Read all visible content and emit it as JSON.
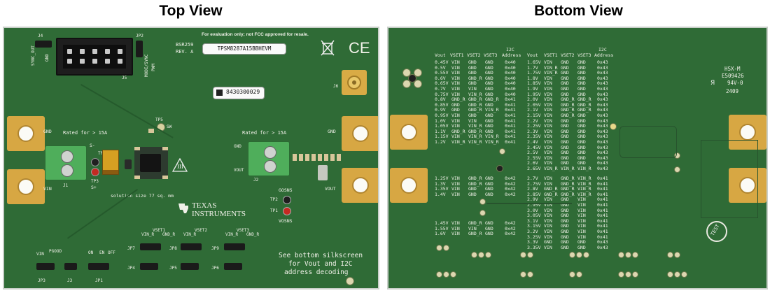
{
  "titles": {
    "top": "Top View",
    "bottom": "Bottom View"
  },
  "top_board": {
    "fcc_note": "For evaluation only; not FCC approved for resale.",
    "part_label": "TPSM8287A15BBHEVM",
    "bsr": "BSR259",
    "rev": "REV. A",
    "serial": "8430300029",
    "rated_left": "Rated for > 15A",
    "rated_right": "Rated for > 15A",
    "gnd_left": "GND",
    "vin_left": "VIN",
    "gnd_right": "GND",
    "vout_right": "VOUT",
    "vout_term": "VOUT",
    "gnd_term": "GND",
    "j1": "J1",
    "j2": "J2",
    "j3": "J3",
    "j4": "J4",
    "j5": "J5",
    "j6": "J6",
    "jp1": "JP1",
    "jp2": "JP2",
    "jp3": "JP3",
    "jp4": "JP4",
    "jp5": "JP5",
    "jp6": "JP6",
    "jp7": "JP7",
    "jp8": "JP8",
    "jp9": "JP9",
    "tp5": "TP5",
    "tp_sw": "SW",
    "s_minus": "S-",
    "s_plus": "S+",
    "tp1": "TP1",
    "tp2": "TP2",
    "tp3": "TP3",
    "tp4": "TP4",
    "gosns": "GOSNS",
    "vosns": "VOSNS",
    "sync_out": "SYNC_OUT",
    "mode_sync": "MODE/SYNC",
    "pwm": "PWM",
    "gnd_small": "GND",
    "solution_size": "solution size 77 sq. mm",
    "ti_logo_line1": "TEXAS",
    "ti_logo_line2": "INSTRUMENTS",
    "see_bottom_1": "See bottom silkscreen",
    "see_bottom_2": "for Vout and I2C",
    "see_bottom_3": "address decoding",
    "vin_jp": "VIN",
    "pgood": "PGOOD",
    "en": "EN",
    "on": "ON",
    "off": "OFF",
    "vin_r": "VIN_R",
    "gnd_r": "GND_R",
    "vset1": "VSET1",
    "vset2": "VSET2",
    "vset3": "VSET3",
    "ce_mark": "CE"
  },
  "bottom_board": {
    "headers": {
      "vout": "Vout",
      "vset1": "VSET1",
      "vset2": "VSET2",
      "vset3": "VSET3",
      "i2c_1": "I2C",
      "i2c_2": "Address"
    },
    "marking_1": "HSX-M",
    "marking_2": "E509426",
    "marking_3": "94V-0",
    "marking_4": "2409",
    "test_mark": "TEST",
    "block_a": {
      "vout": [
        "0.45V",
        "0.5V",
        "0.55V",
        "0.6V",
        "0.65V",
        "0.7V",
        "0.75V",
        "0.8V",
        "0.85V",
        "0.9V",
        "0.95V",
        "1.0V",
        "1.05V",
        "1.1V",
        "1.15V",
        "1.2V"
      ],
      "vset1": [
        "VIN",
        "VIN",
        "VIN",
        "VIN",
        "VIN",
        "VIN",
        "VIN",
        "GND_R",
        "GND",
        "GND",
        "VIN",
        "VIN",
        "VIN",
        "GND_R",
        "VIN",
        "VIN_R"
      ],
      "vset2": [
        "GND",
        "GND",
        "GND",
        "GND_R",
        "GND",
        "VIN",
        "VIN_R",
        "GND_R",
        "GND_R",
        "GND_R",
        "GND",
        "VIN",
        "VIN_R",
        "GND_R",
        "VIN_R",
        "VIN_R"
      ],
      "vset3": [
        "GND",
        "GND",
        "GND",
        "GND",
        "GND",
        "GND",
        "GND",
        "GND_R",
        "GND",
        "VIN_R",
        "GND",
        "GND",
        "GND",
        "GND",
        "VIN_R",
        "VIN_R"
      ],
      "addr": [
        "0x40",
        "0x40",
        "0x40",
        "0x40",
        "0x40",
        "0x40",
        "0x40",
        "0x41",
        "0x41",
        "0x41",
        "0x41",
        "0x41",
        "0x41",
        "0x41",
        "0x41",
        "0x41"
      ]
    },
    "block_b": {
      "vout": [
        "1.65V",
        "1.7V",
        "1.75V",
        "1.8V",
        "1.85V",
        "1.9V",
        "1.95V",
        "2.0V",
        "2.05V",
        "2.1V",
        "2.15V",
        "2.2V",
        "2.25V",
        "2.3V",
        "2.35V",
        "2.4V",
        "2.45V",
        "2.5V",
        "2.55V",
        "2.6V",
        "2.65V"
      ],
      "vset1": [
        "VIN",
        "VIN_R",
        "VIN_R",
        "VIN",
        "VIN",
        "VIN",
        "VIN",
        "VIN",
        "VIN",
        "VIN",
        "VIN",
        "VIN",
        "VIN",
        "VIN",
        "VIN",
        "VIN",
        "VIN",
        "VIN",
        "VIN",
        "VIN",
        "VIN_R"
      ],
      "vset2": [
        "GND",
        "GND",
        "GND",
        "GND",
        "GND",
        "GND",
        "GND",
        "GND_R",
        "GND_R",
        "GND_R",
        "GND_R",
        "GND",
        "GND",
        "GND",
        "GND",
        "GND",
        "GND",
        "GND",
        "GND",
        "GND",
        "VIN_R"
      ],
      "vset3": [
        "GND",
        "GND",
        "GND",
        "GND",
        "GND",
        "GND",
        "GND",
        "GND_R",
        "GND_R",
        "GND_R",
        "GND",
        "GND",
        "GND",
        "GND",
        "GND",
        "GND",
        "GND",
        "GND",
        "GND",
        "GND",
        "VIN_R"
      ],
      "addr": [
        "0x43",
        "0x43",
        "0x43",
        "0x43",
        "0x43",
        "0x43",
        "0x43",
        "0x43",
        "0x43",
        "0x43",
        "0x43",
        "0x43",
        "0x43",
        "0x43",
        "0x43",
        "0x43",
        "0x43",
        "0x43",
        "0x43",
        "0x43",
        "0x43"
      ]
    },
    "block_c": {
      "vout": [
        "1.25V",
        "1.3V",
        "1.35V",
        "1.4V"
      ],
      "vset1": [
        "VIN",
        "VIN",
        "VIN",
        "VIN"
      ],
      "vset2": [
        "GND_R",
        "GND_R",
        "GND",
        "GND"
      ],
      "vset3": [
        "GND",
        "GND",
        "GND",
        "GND"
      ],
      "addr": [
        "0x42",
        "0x42",
        "0x42",
        "0x42"
      ]
    },
    "block_d": {
      "vout": [
        "2.7V",
        "2.75V",
        "2.8V",
        "2.85V",
        "2.9V",
        "2.95V",
        "3.0V",
        "3.05V",
        "3.1V",
        "3.15V",
        "3.2V",
        "3.25V",
        "3.3V",
        "3.35V"
      ],
      "vset1": [
        "VIN",
        "VIN",
        "GND_R",
        "GND_R",
        "VIN",
        "VIN",
        "VIN",
        "VIN",
        "VIN",
        "VIN",
        "VIN",
        "VIN",
        "GND",
        "VIN"
      ],
      "vset2": [
        "GND_R",
        "GND_R",
        "GND_R",
        "GND_R",
        "GND",
        "GND",
        "GND",
        "GND",
        "GND",
        "GND",
        "GND",
        "GND",
        "GND",
        "GND"
      ],
      "vset3": [
        "VIN_R",
        "VIN_R",
        "VIN_R",
        "VIN_R",
        "VIN",
        "VIN",
        "VIN",
        "VIN",
        "VIN",
        "VIN",
        "VIN",
        "VIN",
        "GND",
        "GND"
      ],
      "addr": [
        "0x41",
        "0x41",
        "0x41",
        "0x41",
        "0x41",
        "0x41",
        "0x41",
        "0x41",
        "0x41",
        "0x41",
        "0x41",
        "0x41",
        "0x43",
        "0x43"
      ]
    },
    "block_e": {
      "vout": [
        "1.45V",
        "1.55V",
        "1.6V"
      ],
      "vset1": [
        "VIN",
        "VIN",
        "VIN"
      ],
      "vset2": [
        "GND_R",
        "VIN",
        "GND_R"
      ],
      "vset3": [
        "GND",
        "GND",
        "GND"
      ],
      "addr": [
        "0x42",
        "0x42",
        "0x42"
      ]
    }
  }
}
